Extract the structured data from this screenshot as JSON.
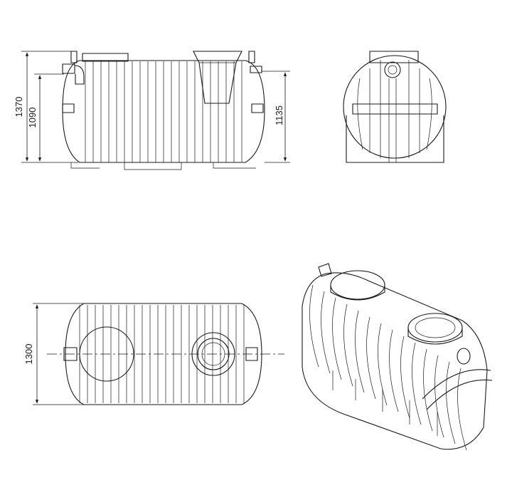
{
  "dimensions": {
    "overall_height": "1370",
    "inlet_height": "1090",
    "outlet_height": "1135",
    "width": "1300"
  },
  "views": {
    "side": "side-elevation-view",
    "end": "end-elevation-view",
    "top": "plan-view",
    "iso": "isometric-view"
  },
  "colors": {
    "line": "#1a1a1a",
    "background": "#ffffff"
  }
}
